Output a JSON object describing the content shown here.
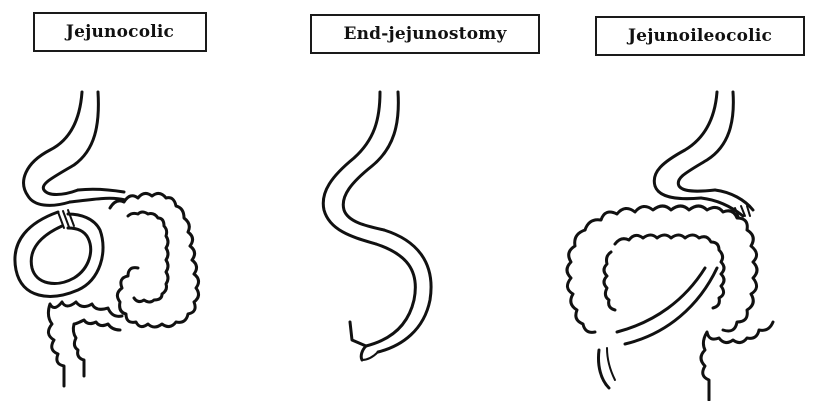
{
  "panels": [
    {
      "label": "Jejunocolic"
    },
    {
      "label": "End-jejunostomy"
    },
    {
      "label": "Jejunoileocolic"
    }
  ]
}
